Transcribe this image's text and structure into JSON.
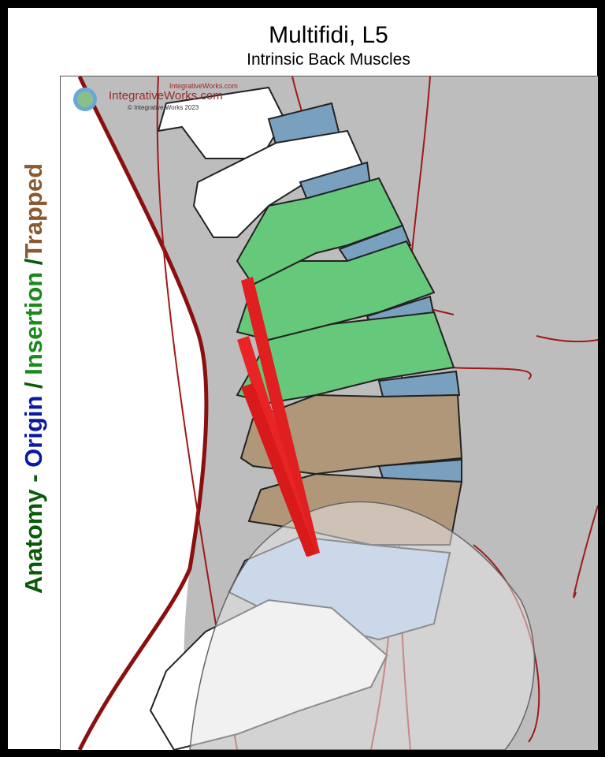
{
  "header": {
    "title": "Multifidi, L5",
    "subtitle": "Intrinsic Back Muscles"
  },
  "legend": {
    "anatomy": "Anatomy - ",
    "origin": "Origin",
    "sep1": " / ",
    "insertion": "Insertion",
    "sep2": " /",
    "trapped": "Trapped"
  },
  "watermark": {
    "site": "IntegrativeWorks.com",
    "site_small": "IntegrativeWorks.com",
    "copyright": "© Integrative Works 2023"
  },
  "colors": {
    "origin": "#0a1aa0",
    "insertion": "#1a8a1a",
    "trapped": "#8a5a32",
    "vertebra_insertion": "#66c87a",
    "vertebra_trapped": "#b0977a",
    "sacrum_origin": "#a8c8ee",
    "disc": "#7aa0c0",
    "muscle": "#e02020",
    "nerve": "#a01818",
    "background": "#bdbdbd"
  }
}
